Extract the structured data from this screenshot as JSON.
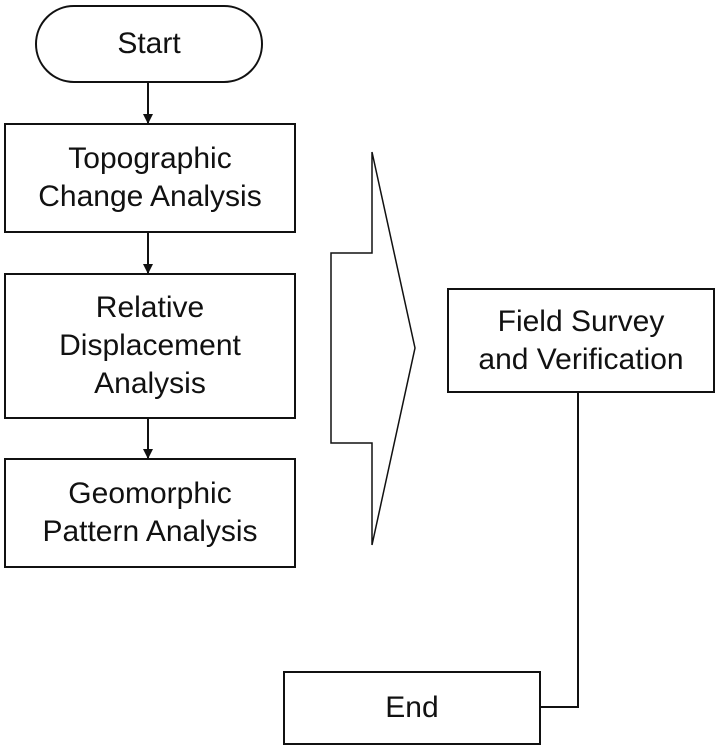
{
  "flowchart": {
    "start": {
      "label": "Start"
    },
    "topographic": {
      "lines": [
        "Topographic",
        "Change Analysis"
      ]
    },
    "relative": {
      "lines": [
        "Relative",
        "Displacement",
        "Analysis"
      ]
    },
    "geomorphic": {
      "lines": [
        "Geomorphic",
        "Pattern Analysis"
      ]
    },
    "field": {
      "lines": [
        "Field Survey",
        "and Verification"
      ]
    },
    "end": {
      "label": "End"
    }
  },
  "colors": {
    "stroke": "#111111",
    "fill": "#ffffff",
    "text": "#111111"
  }
}
